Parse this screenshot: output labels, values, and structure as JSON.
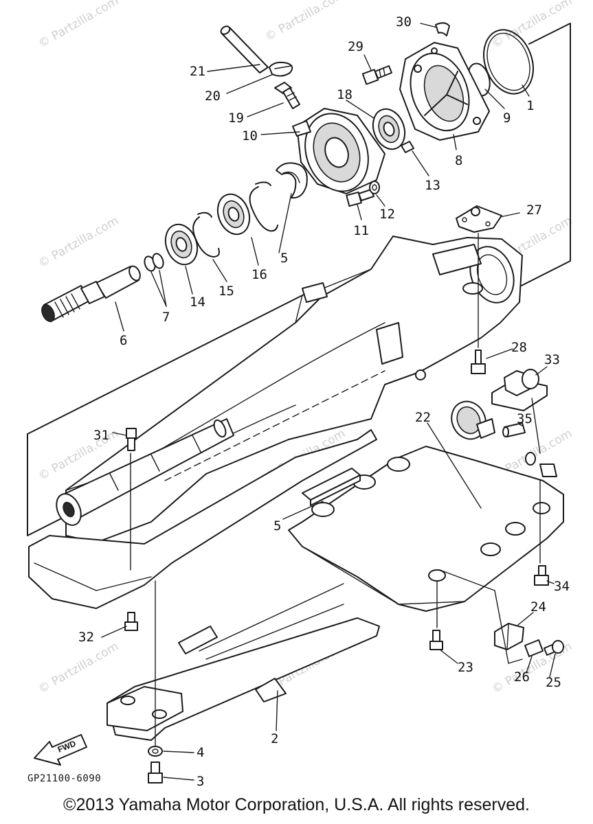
{
  "diagram": {
    "drawing_code": "GP21100-6090",
    "direction_label": "FWD",
    "site_watermark": "© Partzilla.com",
    "copyright": "©2013 Yamaha Motor Corporation, U.S.A. All rights reserved."
  },
  "callouts": [
    {
      "id": "1",
      "label": "1"
    },
    {
      "id": "2",
      "label": "2"
    },
    {
      "id": "3",
      "label": "3"
    },
    {
      "id": "4",
      "label": "4"
    },
    {
      "id": "5a",
      "label": "5"
    },
    {
      "id": "5b",
      "label": "5"
    },
    {
      "id": "6",
      "label": "6"
    },
    {
      "id": "7",
      "label": "7"
    },
    {
      "id": "8",
      "label": "8"
    },
    {
      "id": "9",
      "label": "9"
    },
    {
      "id": "10",
      "label": "10"
    },
    {
      "id": "11",
      "label": "11"
    },
    {
      "id": "12",
      "label": "12"
    },
    {
      "id": "13",
      "label": "13"
    },
    {
      "id": "14",
      "label": "14"
    },
    {
      "id": "15",
      "label": "15"
    },
    {
      "id": "16",
      "label": "16"
    },
    {
      "id": "18",
      "label": "18"
    },
    {
      "id": "19",
      "label": "19"
    },
    {
      "id": "20",
      "label": "20"
    },
    {
      "id": "21",
      "label": "21"
    },
    {
      "id": "22",
      "label": "22"
    },
    {
      "id": "23",
      "label": "23"
    },
    {
      "id": "24",
      "label": "24"
    },
    {
      "id": "25",
      "label": "25"
    },
    {
      "id": "26",
      "label": "26"
    },
    {
      "id": "27",
      "label": "27"
    },
    {
      "id": "28",
      "label": "28"
    },
    {
      "id": "29",
      "label": "29"
    },
    {
      "id": "30",
      "label": "30"
    },
    {
      "id": "31",
      "label": "31"
    },
    {
      "id": "32",
      "label": "32"
    },
    {
      "id": "33",
      "label": "33"
    },
    {
      "id": "34",
      "label": "34"
    },
    {
      "id": "35",
      "label": "35"
    }
  ]
}
